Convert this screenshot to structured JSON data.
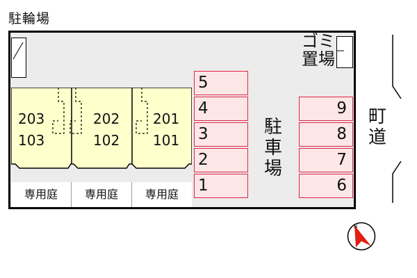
{
  "bicycle_parking_label": "駐輪場",
  "garbage_label": "ゴミ\n置場",
  "parking_label": "駐\n車\n場",
  "road_label": "町\n道",
  "units": [
    {
      "upper": "203",
      "lower": "103"
    },
    {
      "upper": "202",
      "lower": "102"
    },
    {
      "upper": "201",
      "lower": "101"
    }
  ],
  "gardens": [
    "専用庭",
    "専用庭",
    "専用庭"
  ],
  "parking_left": [
    "5",
    "4",
    "3",
    "2",
    "1"
  ],
  "parking_right": [
    "9",
    "8",
    "7",
    "6"
  ],
  "colors": {
    "unit_fill": "#ffffcc",
    "parking_fill": "#fde6e6",
    "parking_border": "#e02345",
    "site_fill": "#ececec",
    "compass_arrow": "#e02010"
  },
  "icons": [
    "north-arrow-icon"
  ]
}
